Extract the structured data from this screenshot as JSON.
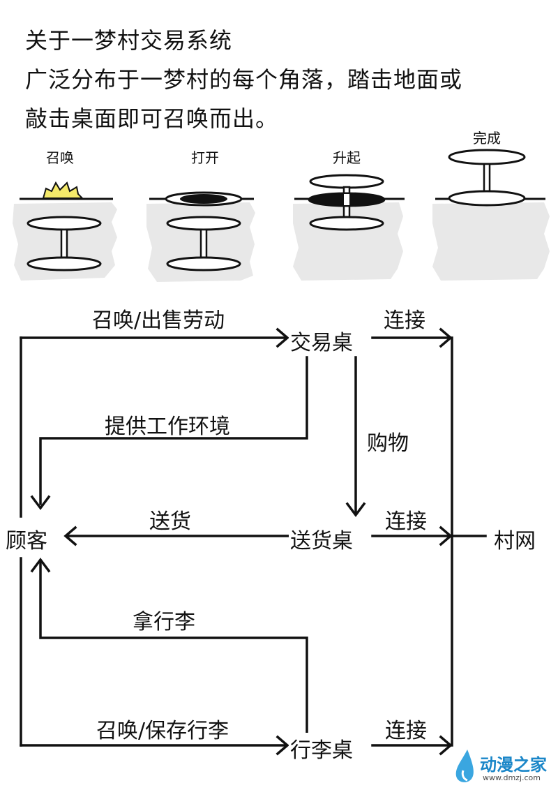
{
  "title": {
    "lines": [
      "关于一梦村交易系统",
      "广泛分布于一梦村的每个角落，踏击地面或",
      "敲击桌面即可召唤而出。"
    ]
  },
  "stages": [
    {
      "label": "召唤",
      "icon": "spark-icon"
    },
    {
      "label": "打开",
      "icon": "table-opening-icon"
    },
    {
      "label": "升起",
      "icon": "table-rising-icon"
    },
    {
      "label": "完成",
      "icon": "table-complete-icon"
    }
  ],
  "nodes": {
    "trade_desk": "交易桌",
    "delivery_desk": "送货桌",
    "luggage_desk": "行李桌",
    "customer": "顾客",
    "village_net": "村网"
  },
  "edges": {
    "summon_sell": "召唤/出售劳动",
    "connect_1": "连接",
    "provide_env": "提供工作环境",
    "shopping": "购物",
    "deliver": "送货",
    "connect_2": "连接",
    "take_luggage": "拿行李",
    "summon_store": "召唤/保存行李",
    "connect_3": "连接"
  },
  "watermark": {
    "logo_text": "动漫之家",
    "url": "www.dmzj.com"
  },
  "colors": {
    "spark": "#f5ea6a",
    "ground_shadow": "#e6e6e6",
    "ink": "#111111",
    "watermark_blue": "#1a86c8"
  }
}
